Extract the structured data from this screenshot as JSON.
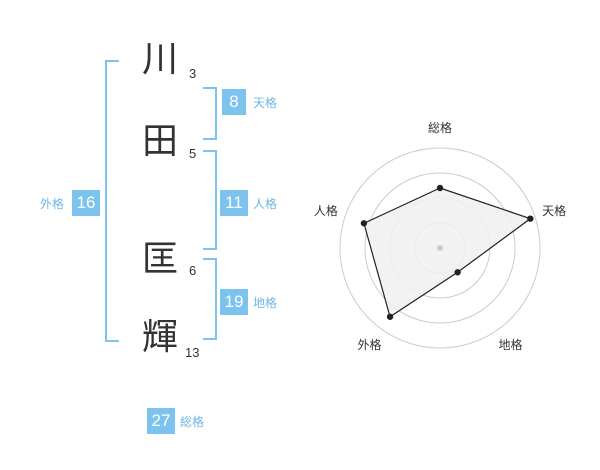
{
  "name": {
    "chars": [
      {
        "kanji": "川",
        "strokes": "3"
      },
      {
        "kanji": "田",
        "strokes": "5"
      },
      {
        "kanji": "匡",
        "strokes": "6"
      },
      {
        "kanji": "輝",
        "strokes": "13"
      }
    ]
  },
  "fortunes": {
    "tenkaku": {
      "value": "8",
      "label": "天格"
    },
    "jinkaku": {
      "value": "11",
      "label": "人格"
    },
    "chikaku": {
      "value": "19",
      "label": "地格"
    },
    "gaikaku": {
      "value": "16",
      "label": "外格"
    },
    "soukaku": {
      "value": "27",
      "label": "総格"
    }
  },
  "chart_data": {
    "type": "radar",
    "axes": [
      "総格",
      "天格",
      "地格",
      "外格",
      "人格"
    ],
    "values": [
      0.6,
      0.95,
      0.3,
      0.85,
      0.8
    ],
    "range": [
      0,
      1
    ],
    "rings": 4,
    "colors": {
      "fill": "#f0f0f0",
      "line": "#222222",
      "grid": "#cccccc",
      "center": "#cccccc"
    }
  },
  "colors": {
    "accent": "#7cc3ee",
    "label": "#6fb6e4",
    "text": "#333333"
  }
}
